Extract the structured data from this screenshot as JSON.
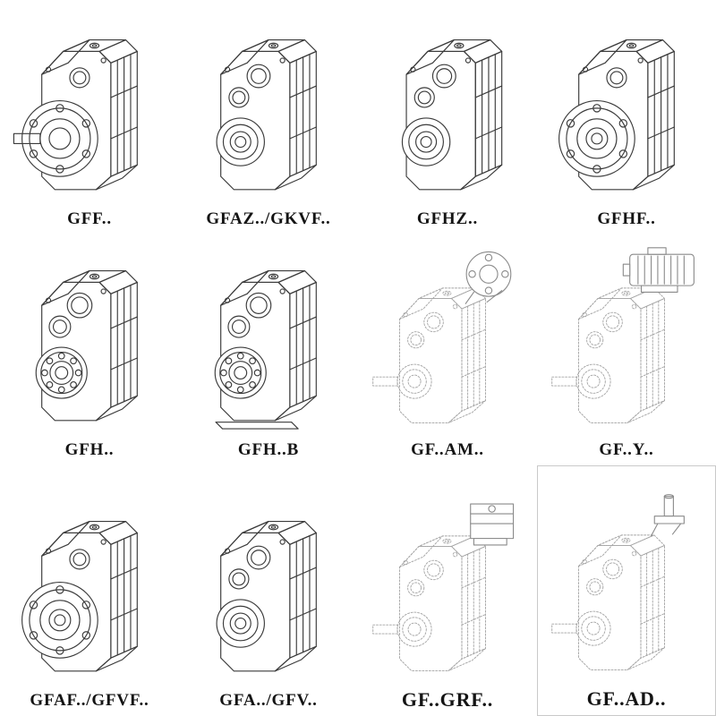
{
  "page": {
    "background": "#ffffff"
  },
  "colors": {
    "line_solid": "#3b3b3b",
    "line_ghost": "#a3a3a3",
    "label": "#141414"
  },
  "items": [
    {
      "label": "GFF..",
      "variant": "flange-with-shaft",
      "style": "solid"
    },
    {
      "label": "GFAZ../GKVF..",
      "variant": "hollow-bore",
      "style": "solid"
    },
    {
      "label": "GFHZ..",
      "variant": "hollow-bore",
      "style": "solid"
    },
    {
      "label": "GFHF..",
      "variant": "flange-hollow",
      "style": "solid"
    },
    {
      "label": "GFH..",
      "variant": "bearing-face",
      "style": "solid"
    },
    {
      "label": "GFH..B",
      "variant": "bearing-face-foot",
      "style": "solid"
    },
    {
      "label": "GF..AM..",
      "variant": "ghost-input-flange",
      "style": "ghost"
    },
    {
      "label": "GF..Y..",
      "variant": "ghost-motor",
      "style": "ghost"
    },
    {
      "label": "GFAF../GFVF..",
      "variant": "flange-hollow",
      "style": "solid"
    },
    {
      "label": "GFA../GFV..",
      "variant": "hollow-bore",
      "style": "solid"
    },
    {
      "label": "GF..GRF..",
      "variant": "ghost-box-adapter",
      "style": "ghost"
    },
    {
      "label": "GF..AD..",
      "variant": "ghost-shaft-adapter",
      "style": "ghost",
      "boxed": true
    }
  ]
}
